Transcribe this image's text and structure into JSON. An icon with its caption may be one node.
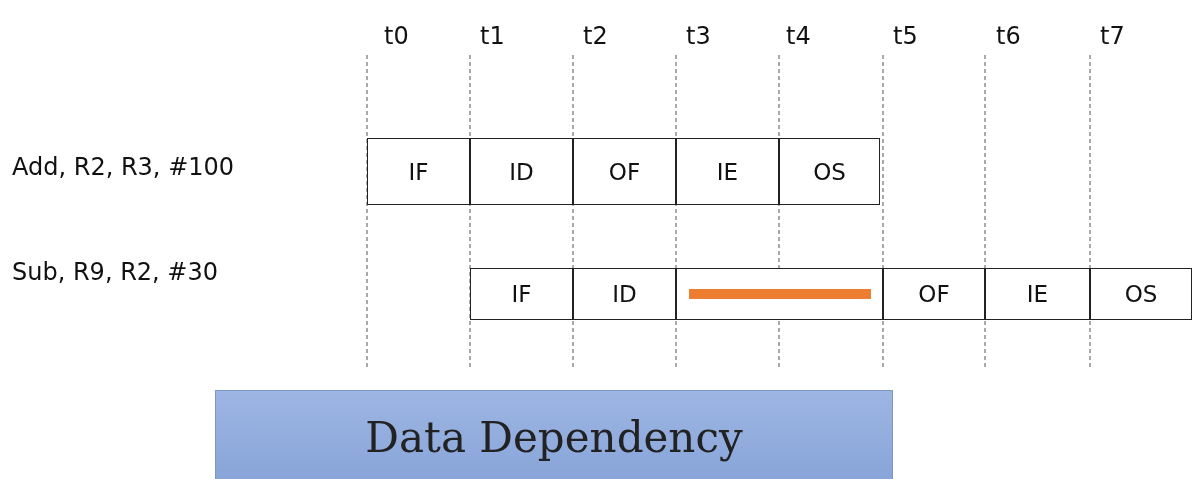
{
  "diagram": {
    "nodes": [
      {
        "text": [
          "IF"
        ]
      },
      {
        "text": [
          "ID"
        ]
      },
      {
        "text": [
          "OF"
        ]
      },
      {
        "text": [
          "IE"
        ]
      },
      {
        "text": [
          "OS"
        ]
      },
      {
        "text": [
          "IF"
        ]
      },
      {
        "text": [
          "ID"
        ]
      },
      {
        "text": [],
        "shape": "box"
      },
      {
        "text": [
          "OF"
        ]
      },
      {
        "text": [
          "IE"
        ]
      },
      {
        "text": [
          "OS"
        ]
      },
      {
        "text": [
          "Data Dependency"
        ]
      }
    ],
    "labels": [
      "t0",
      "t1",
      "t2",
      "t3",
      "t4",
      "t5",
      "t6",
      "t7",
      "Add, R2, R3, #100",
      "Sub, R9, R2, #30"
    ]
  }
}
